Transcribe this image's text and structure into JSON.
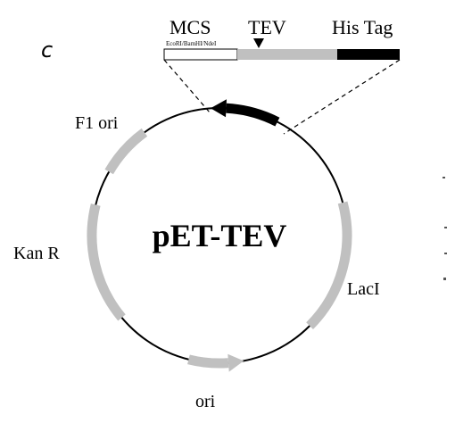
{
  "panel_label": "c",
  "header": {
    "mcs": "MCS",
    "mcs_sites": "EcoRI/BamHI/NdeI",
    "tev": "TEV",
    "his_tag": "His Tag"
  },
  "plasmid": {
    "name": "pET-TEV",
    "features": {
      "f1_ori": "F1 ori",
      "kan_r": "Kan R",
      "laci": "LacI",
      "ori": "ori"
    }
  },
  "colors": {
    "feature_gray": "#c0c0c0",
    "insert_black": "#000000",
    "backbone": "#000000"
  }
}
